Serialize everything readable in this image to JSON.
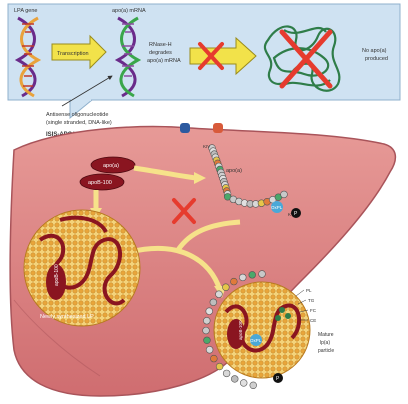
{
  "top_panel": {
    "gene_label": "LPA gene",
    "mrna_label": "apo(a) mRNA",
    "transcription_label": "Transcription",
    "rnase_line1": "RNase-H",
    "rnase_line2": "degrades",
    "rnase_line3": "apo(a) mRNA",
    "no_protein_line1": "No apo(a)",
    "no_protein_line2": "produced"
  },
  "aso": {
    "line1": "Antisense oligonucleotide",
    "line2": "(single stranded, DNA-like)",
    "drug_name": "ISIS-APO(a)",
    "drug_subscript": "Rx"
  },
  "liver": {
    "apoa_label": "apo(a)",
    "apob_label": "apoB-100",
    "apoa_chain_label": "apo(a)",
    "kiv_label": "KIV",
    "kv_label": "KV",
    "protease_label": "P",
    "oxpl_label": "OxPL",
    "vldl_apob_label": "apoB-100",
    "vldl_caption": "Newly synthesized LP",
    "lpa_apob_label": "apoB-100",
    "lpa_oxpl_label": "OxPL",
    "lpa_caption_line1": "Mature",
    "lpa_caption_line2": "lp(a)",
    "lpa_caption_line3": "particle",
    "lpa_legend": [
      "PL",
      "TG",
      "FC",
      "CE"
    ]
  },
  "colors": {
    "liver": "#d97a7c",
    "liver_dark": "#b85a5f",
    "panel": "#c9dff0",
    "arrow": "#f2e24a",
    "cross": "#e63b2e",
    "apoa_oval": "#8a1520",
    "lipid": "#f3c25a"
  }
}
